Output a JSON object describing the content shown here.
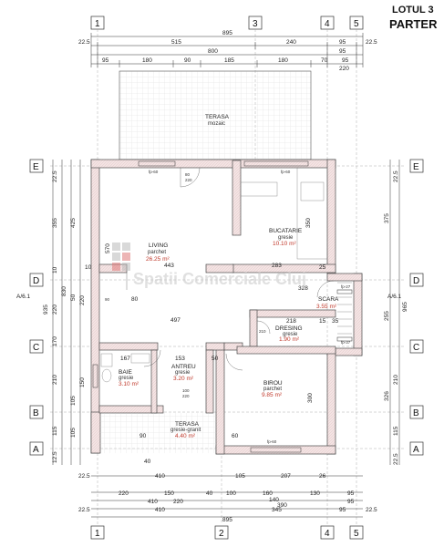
{
  "title": {
    "lot": "LOTUL 3",
    "level": "PARTER"
  },
  "grid": {
    "top_numbers": [
      "1",
      "3",
      "4",
      "5"
    ],
    "bottom_numbers": [
      "1",
      "2",
      "4",
      "5"
    ],
    "left_letters": [
      "E",
      "D",
      "C",
      "B",
      "A"
    ],
    "right_letters": [
      "E",
      "D",
      "C",
      "B",
      "A"
    ],
    "section_left": "A/6.1",
    "section_right": "A/6.1"
  },
  "dimensions": {
    "top_total": "895",
    "top_row1": [
      "22.5",
      "515",
      "240",
      "95",
      "22.5"
    ],
    "top_row2": "800",
    "top_row2_right": "95",
    "top_row3": [
      "95",
      "180",
      "90",
      "185",
      "180",
      "70",
      "95"
    ],
    "top_row3_extra": "220",
    "left_outer": [
      "22.5",
      "355",
      "425",
      "10",
      "830",
      "935",
      "220",
      "50",
      "220",
      "170",
      "210",
      "105",
      "150",
      "115",
      "105",
      "12.5"
    ],
    "right_outer": [
      "22.5",
      "375",
      "965",
      "255",
      "210",
      "326",
      "115",
      "22.5"
    ],
    "bottom_row1": [
      "22.5",
      "410",
      "105",
      "207",
      "26"
    ],
    "bottom_row2": [
      "220",
      "150",
      "40",
      "100",
      "160",
      "130",
      "95"
    ],
    "bottom_row3": [
      "410",
      "220",
      "140",
      "390",
      "95"
    ],
    "bottom_row4": [
      "22.5",
      "410",
      "345",
      "95",
      "22.5"
    ],
    "bottom_total": "895"
  },
  "interior_dims": {
    "living_w": "443",
    "kitchen_w": "283",
    "scara_w": "328",
    "hall_w": "497",
    "dresing_w": "218",
    "baie_w": "167",
    "antreu_w": "153",
    "living_h": "570",
    "kitchen_h": "350",
    "birou_h": "300",
    "misc": [
      "10",
      "25",
      "15",
      "35",
      "90",
      "60",
      "40",
      "50",
      "80"
    ]
  },
  "rooms": [
    {
      "name": "TERASA",
      "sub": "mozaic",
      "area": ""
    },
    {
      "name": "LIVING",
      "sub": "parchet",
      "area": "26.25 m²"
    },
    {
      "name": "BUCATARIE",
      "sub": "gresie",
      "area": "10.10 m²"
    },
    {
      "name": "SCARA",
      "sub": "",
      "area": "3.55 m²"
    },
    {
      "name": "DRESING",
      "sub": "gresie",
      "area": "1.90 m²"
    },
    {
      "name": "BAIE",
      "sub": "gresie",
      "area": "3.10 m²"
    },
    {
      "name": "ANTREU",
      "sub": "gresie",
      "area": "3.20 m²"
    },
    {
      "name": "BIROU",
      "sub": "parchet",
      "area": "9.85 m²"
    },
    {
      "name": "TERASA",
      "sub": "gresie-granit",
      "area": "4.40 m²"
    }
  ],
  "openings": {
    "window_codes": [
      "fp-60",
      "fp-60",
      "fp-27",
      "fp-37",
      "fp-60"
    ],
    "door_codes": [
      "80",
      "220",
      "90",
      "210",
      "100",
      "220"
    ]
  },
  "watermark": "Spatii Comerciale Cluj",
  "colors": {
    "wall": "#f2dede",
    "wall_stroke": "#4a4a4a",
    "area_text": "#c0392b",
    "line": "#333333"
  }
}
